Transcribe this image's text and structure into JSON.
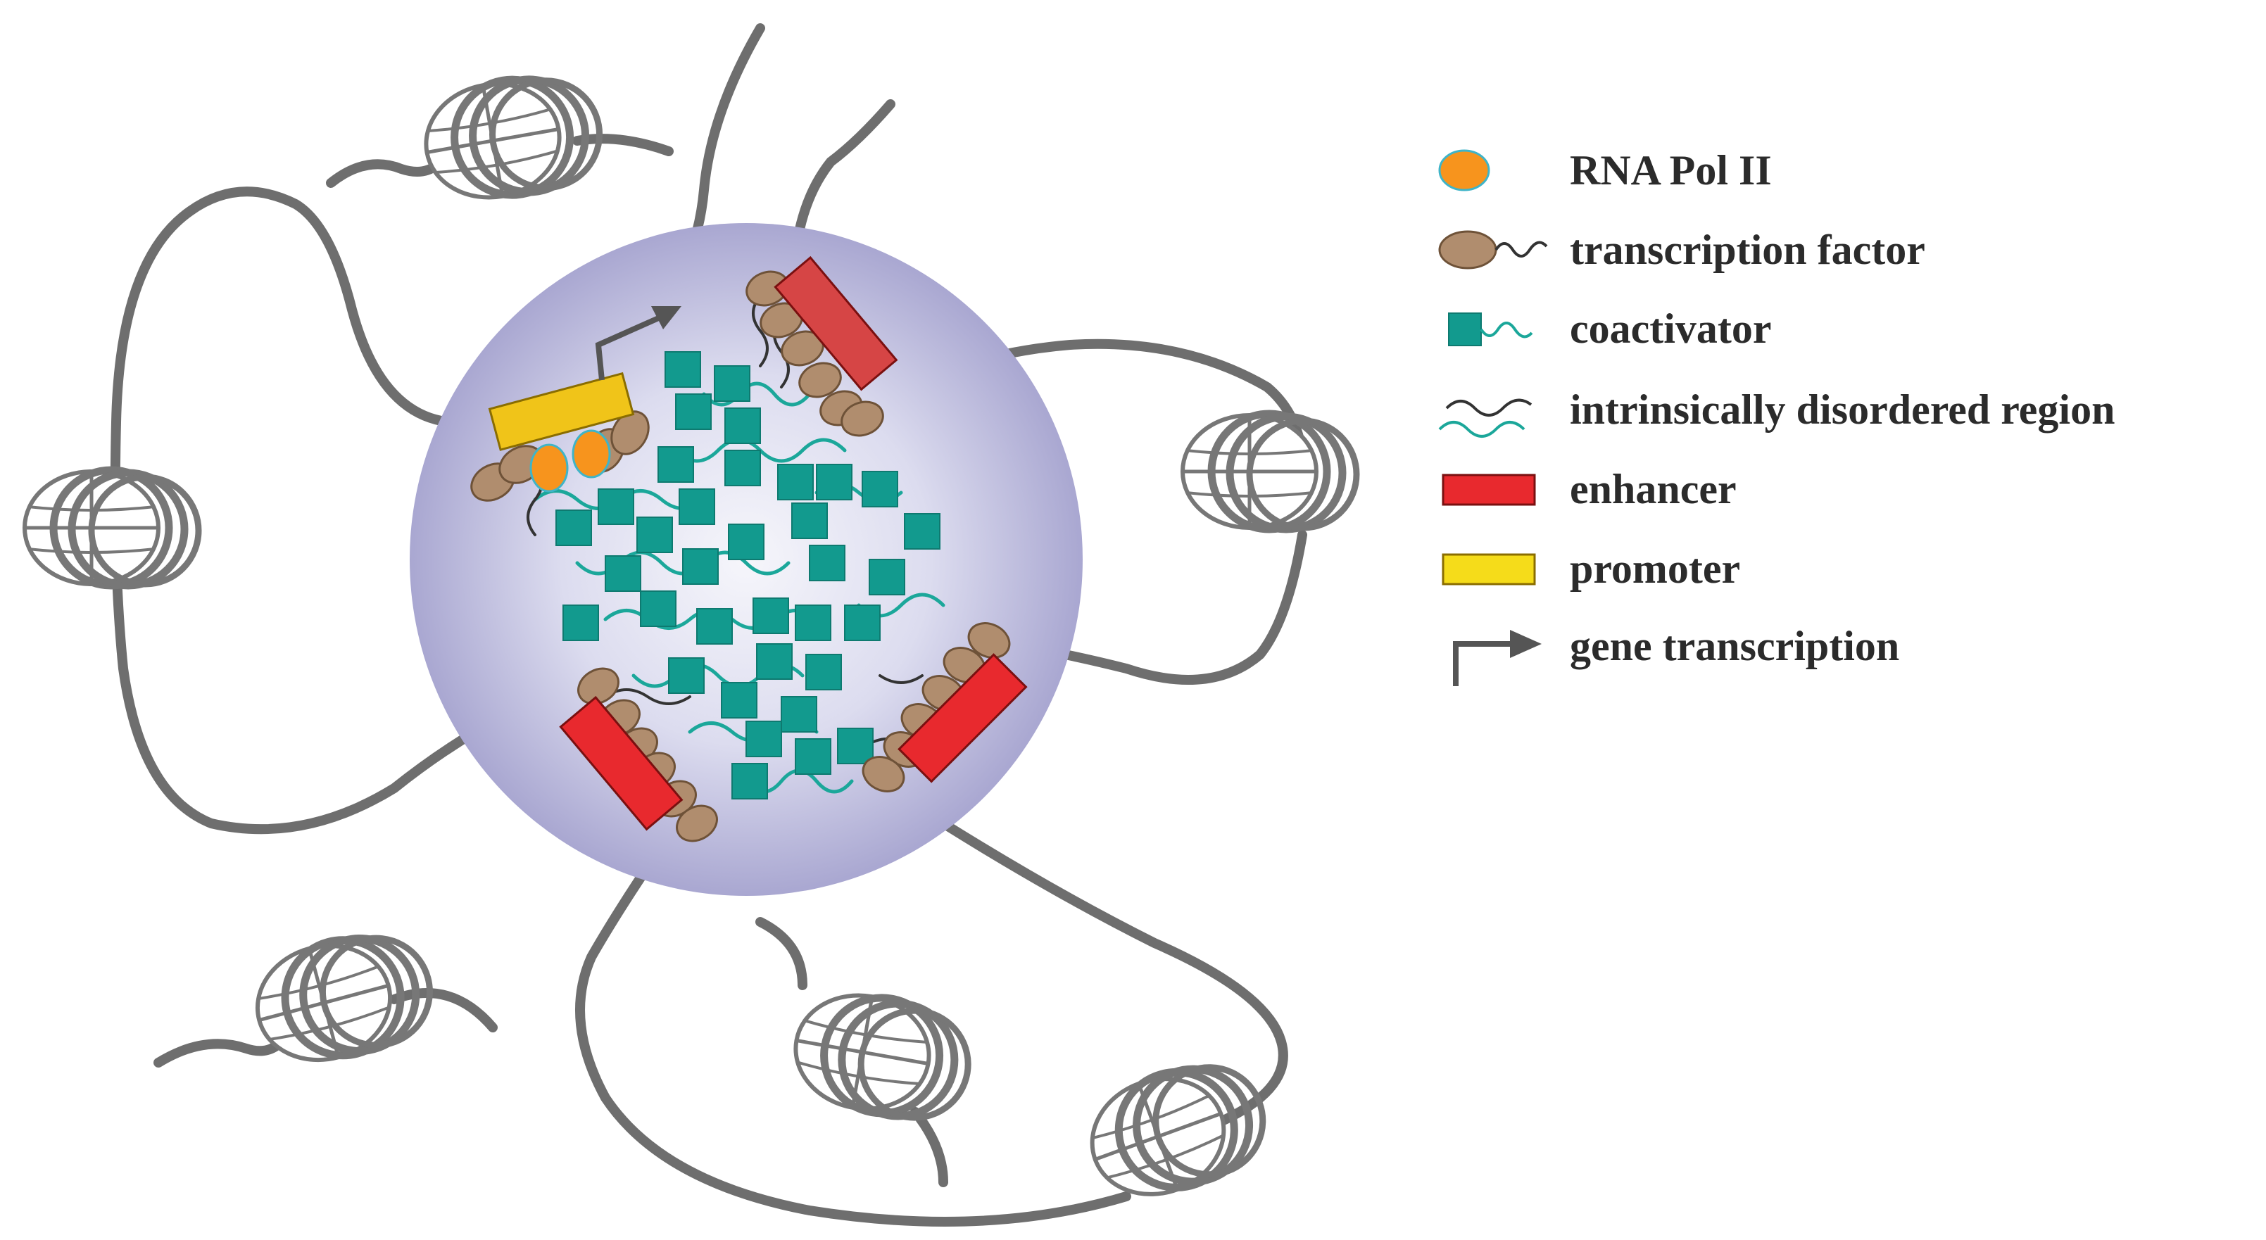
{
  "colors": {
    "dna": "#6e6e6e",
    "condensate_center": "#f4f4fb",
    "condensate_edge": "#a9a7d1",
    "rna_pol_ii": "#f7941d",
    "rna_pol_ii_outline": "#3fb4c8",
    "transcription_factor": "#b08d6e",
    "coactivator": "#129a8e",
    "coactivator_tail": "#1ba79a",
    "idr_dark": "#333333",
    "enhancer": "#e8292e",
    "promoter": "#f0c419",
    "arrow": "#555555",
    "nucleosome_stroke": "#777777"
  },
  "legend": {
    "items": [
      {
        "id": "rna-pol-ii",
        "label": "RNA Pol II",
        "icon": "orange-ellipse-icon"
      },
      {
        "id": "transcription-factor",
        "label": "transcription factor",
        "icon": "brown-ellipse-tail-icon"
      },
      {
        "id": "coactivator",
        "label": "coactivator",
        "icon": "teal-square-tail-icon"
      },
      {
        "id": "idr",
        "label": "intrinsically disordered region",
        "icon": "wavy-lines-icon"
      },
      {
        "id": "enhancer",
        "label": "enhancer",
        "icon": "red-bar-icon"
      },
      {
        "id": "promoter",
        "label": "promoter",
        "icon": "yellow-bar-icon"
      },
      {
        "id": "gene-transcription",
        "label": "gene transcription",
        "icon": "bent-arrow-icon"
      }
    ]
  }
}
